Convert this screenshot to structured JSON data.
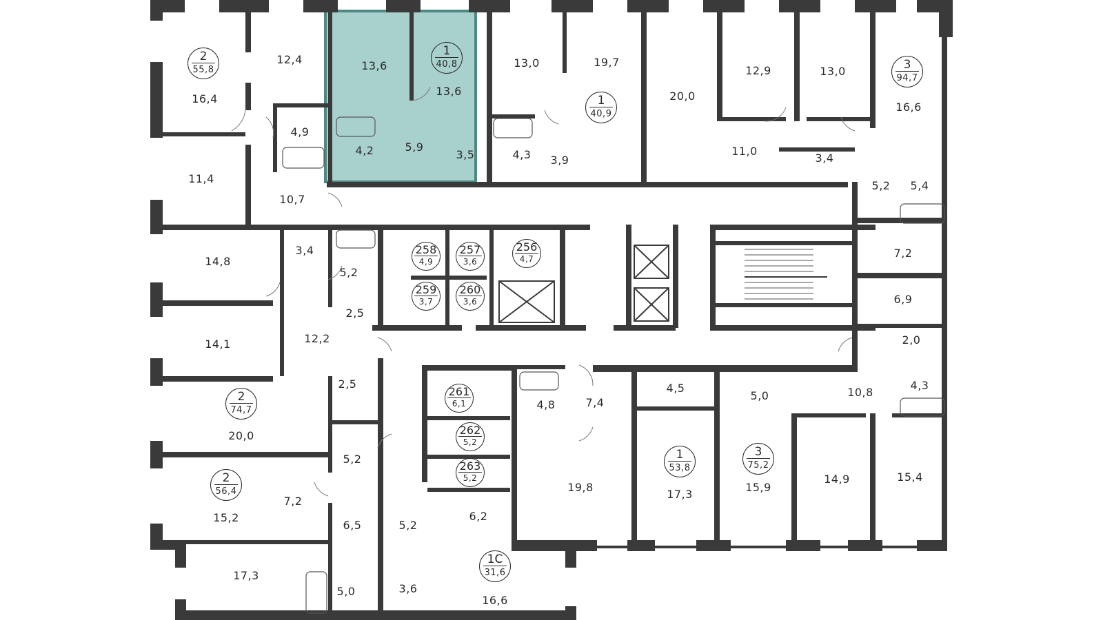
{
  "colors": {
    "wall": "#3a3a3a",
    "highlight": "#a8d0cd",
    "highlight_border": "#4d8883"
  },
  "apartments": [
    {
      "id": "a1",
      "rooms": "2",
      "area": "55,8"
    },
    {
      "id": "a2",
      "rooms": "1",
      "area": "40,8",
      "selected": true
    },
    {
      "id": "a3",
      "rooms": "1",
      "area": "40,9"
    },
    {
      "id": "a4",
      "rooms": "3",
      "area": "94,7"
    },
    {
      "id": "a5",
      "rooms": "2",
      "area": "74,7"
    },
    {
      "id": "a6",
      "rooms": "2",
      "area": "56,4"
    },
    {
      "id": "a7",
      "rooms": "1",
      "area": "53,8"
    },
    {
      "id": "a8",
      "rooms": "3",
      "area": "75,2"
    },
    {
      "id": "a9",
      "rooms": "1С",
      "area": "31,6"
    }
  ],
  "storerooms": [
    {
      "id": "s258",
      "number": "258",
      "area": "4,9"
    },
    {
      "id": "s257",
      "number": "257",
      "area": "3,6"
    },
    {
      "id": "s256",
      "number": "256",
      "area": "4,7"
    },
    {
      "id": "s259",
      "number": "259",
      "area": "3,7"
    },
    {
      "id": "s260",
      "number": "260",
      "area": "3,6"
    },
    {
      "id": "s261",
      "number": "261",
      "area": "6,1"
    },
    {
      "id": "s262",
      "number": "262",
      "area": "5,2"
    },
    {
      "id": "s263",
      "number": "263",
      "area": "5,2"
    }
  ],
  "room_areas": [
    "16,4",
    "12,4",
    "4,9",
    "11,4",
    "10,7",
    "13,6",
    "13,6",
    "4,2",
    "5,9",
    "3,5",
    "13,0",
    "4,3",
    "3,9",
    "19,7",
    "20,0",
    "12,9",
    "13,0",
    "11,0",
    "3,4",
    "16,6",
    "5,2",
    "5,4",
    "7,2",
    "6,9",
    "2,0",
    "10,8",
    "4,3",
    "14,8",
    "3,4",
    "5,2",
    "2,5",
    "14,1",
    "12,2",
    "2,5",
    "20,0",
    "5,2",
    "15,2",
    "7,2",
    "6,5",
    "17,3",
    "5,0",
    "3,6",
    "5,2",
    "6,2",
    "16,6",
    "4,8",
    "7,4",
    "19,8",
    "4,5",
    "17,3",
    "5,0",
    "15,9",
    "14,9",
    "15,4"
  ]
}
